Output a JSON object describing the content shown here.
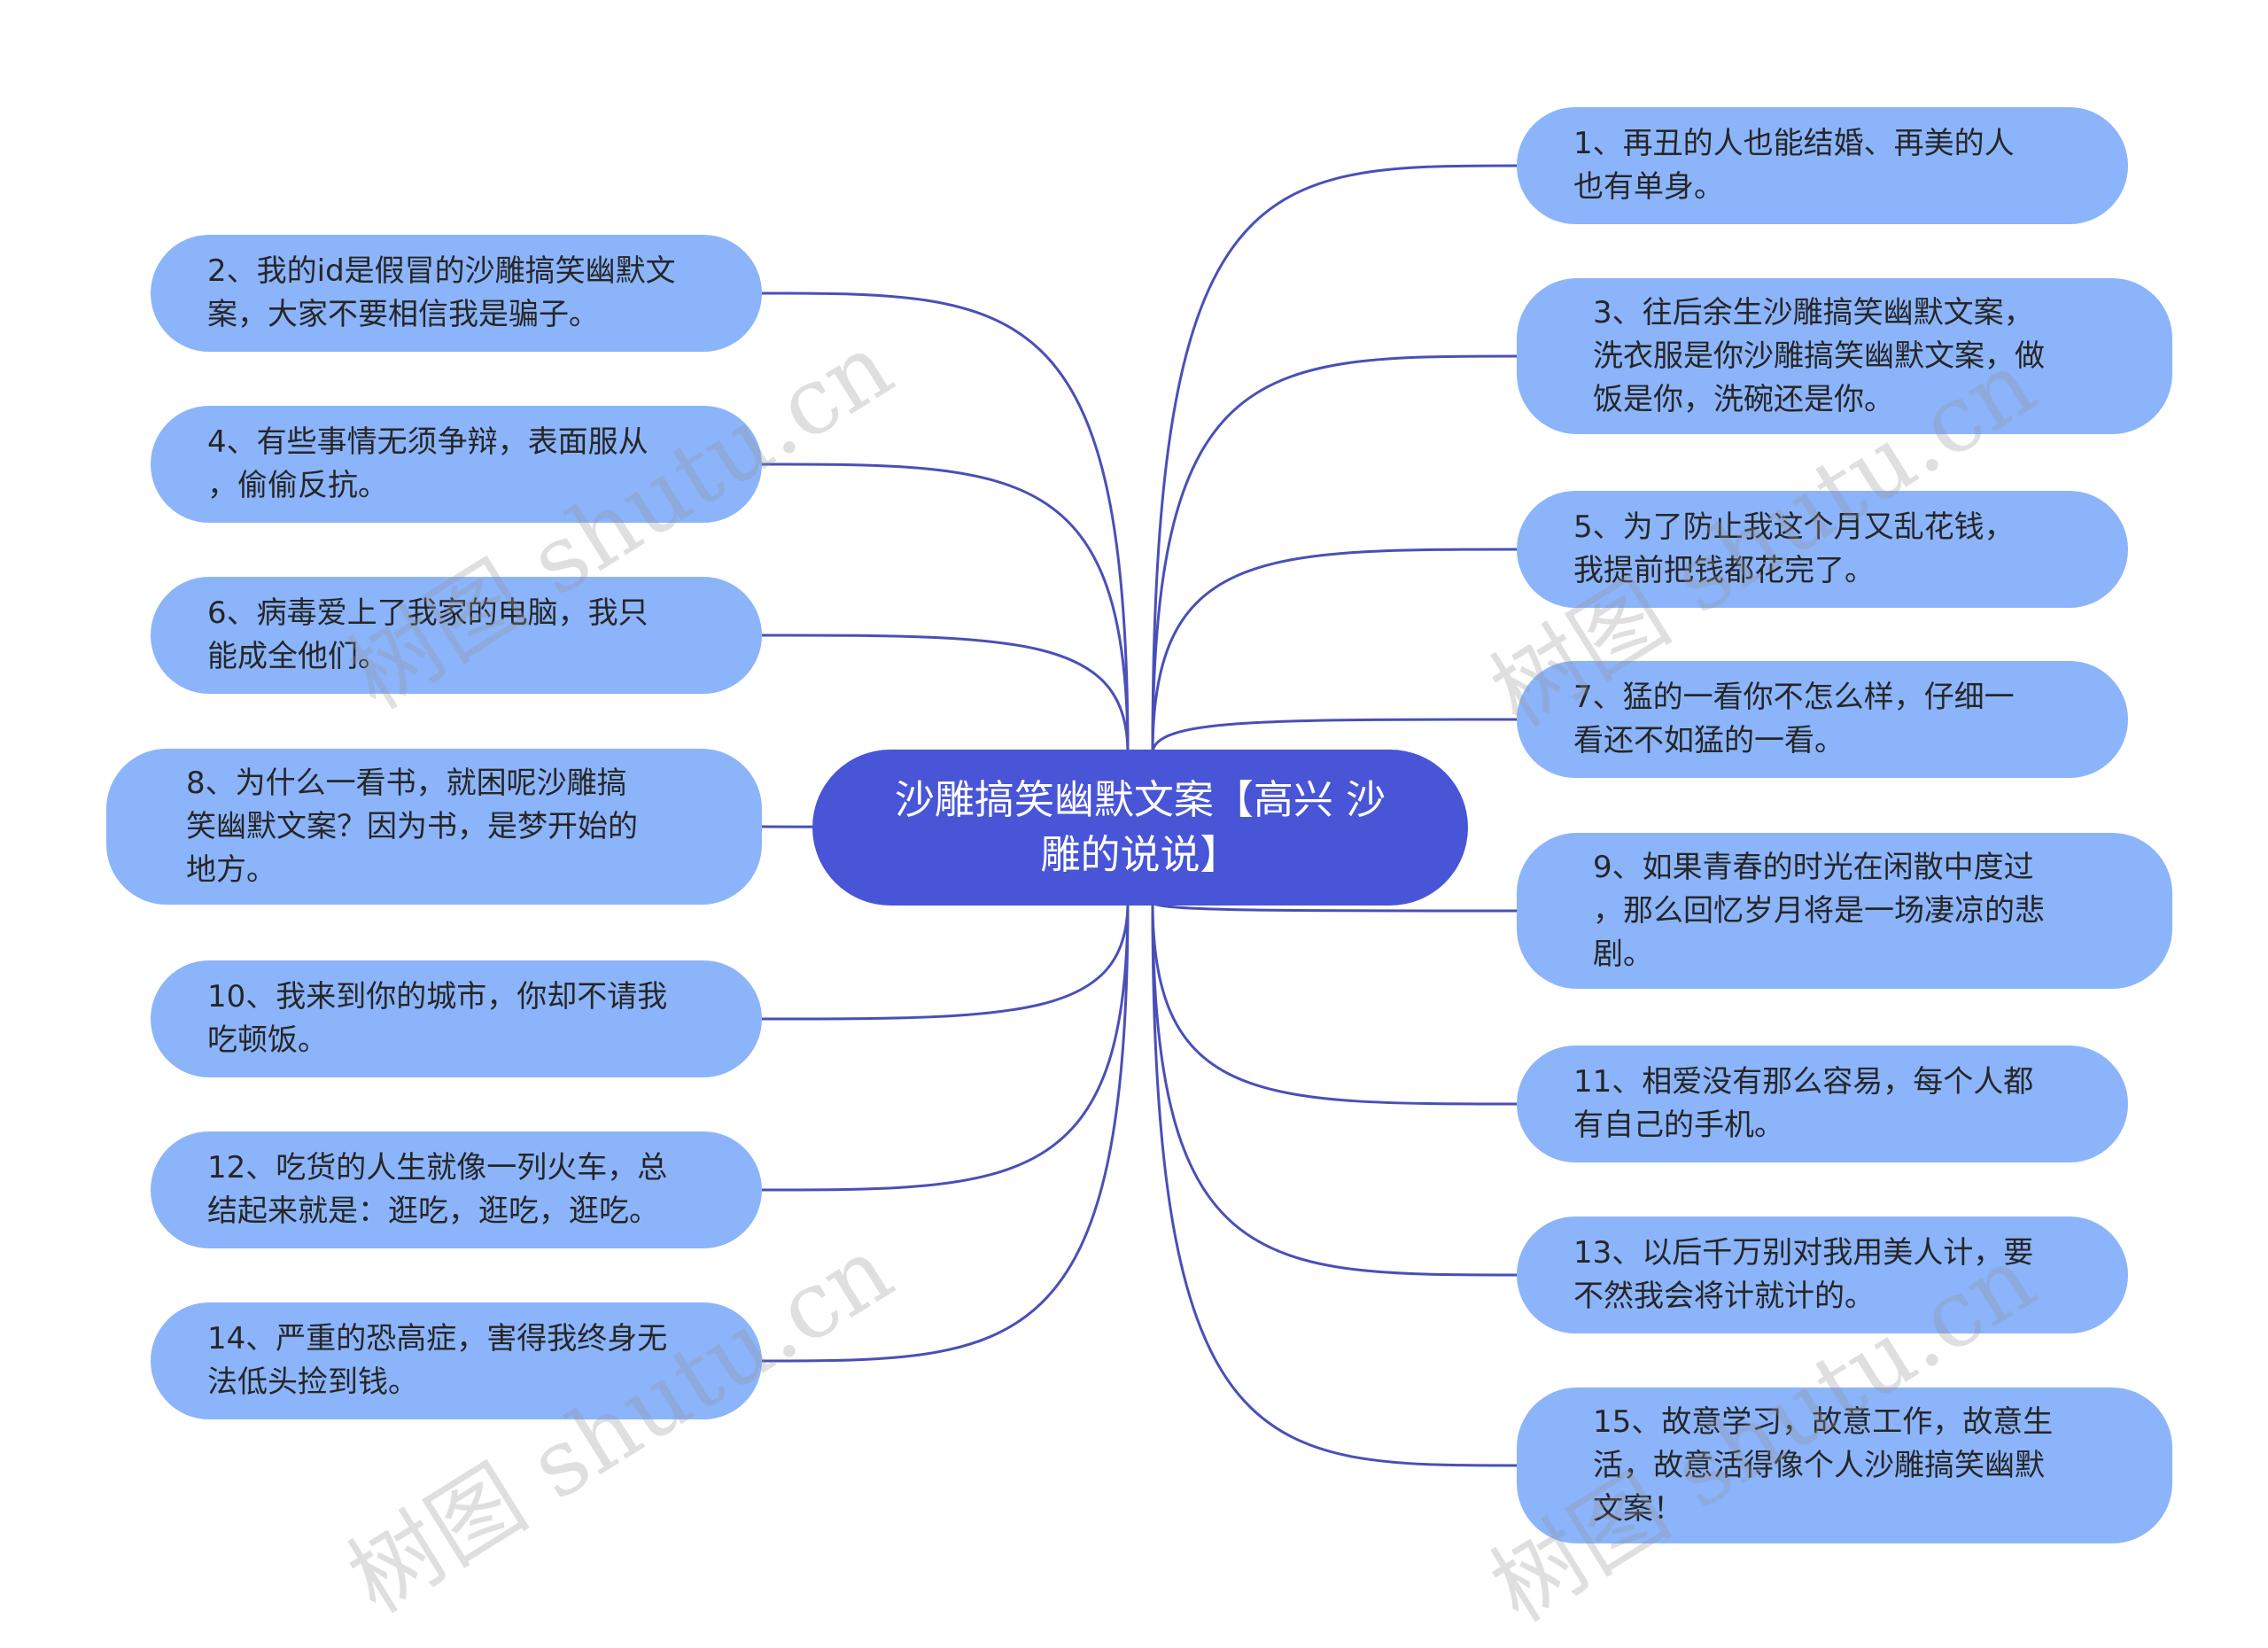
{
  "center": {
    "text": "沙雕搞笑幽默文案【高兴\n沙雕的说说】"
  },
  "nodes": [
    {
      "id": 1,
      "text": "1、再丑的人也能结婚、再美的人\n也有单身。"
    },
    {
      "id": 2,
      "text": "2、我的id是假冒的沙雕搞笑幽默文\n案，大家不要相信我是骗子。"
    },
    {
      "id": 3,
      "text": "3、往后余生沙雕搞笑幽默文案，\n洗衣服是你沙雕搞笑幽默文案，做\n饭是你，洗碗还是你。"
    },
    {
      "id": 4,
      "text": "4、有些事情无须争辩，表面服从\n，偷偷反抗。"
    },
    {
      "id": 5,
      "text": "5、为了防止我这个月又乱花钱，\n我提前把钱都花完了。"
    },
    {
      "id": 6,
      "text": "6、病毒爱上了我家的电脑，我只\n能成全他们。"
    },
    {
      "id": 7,
      "text": "7、猛的一看你不怎么样，仔细一\n看还不如猛的一看。"
    },
    {
      "id": 8,
      "text": "8、为什么一看书，就困呢沙雕搞\n笑幽默文案？因为书，是梦开始的\n地方。"
    },
    {
      "id": 9,
      "text": "9、如果青春的时光在闲散中度过\n，那么回忆岁月将是一场凄凉的悲\n剧。"
    },
    {
      "id": 10,
      "text": "10、我来到你的城市，你却不请我\n吃顿饭。"
    },
    {
      "id": 11,
      "text": "11、相爱没有那么容易，每个人都\n有自己的手机。"
    },
    {
      "id": 12,
      "text": "12、吃货的人生就像一列火车，总\n结起来就是：逛吃，逛吃，逛吃。"
    },
    {
      "id": 13,
      "text": "13、以后千万别对我用美人计，要\n不然我会将计就计的。"
    },
    {
      "id": 14,
      "text": "14、严重的恐高症，害得我终身无\n法低头捡到钱。"
    },
    {
      "id": 15,
      "text": "15、故意学习，故意工作，故意生\n活，故意活得像个人沙雕搞笑幽默\n文案！"
    }
  ],
  "watermark": {
    "text": "树图 shutu.cn"
  },
  "colors": {
    "node_fill": "#8bb4fb",
    "center_fill": "#4855d6",
    "link": "#4a4fb8"
  }
}
